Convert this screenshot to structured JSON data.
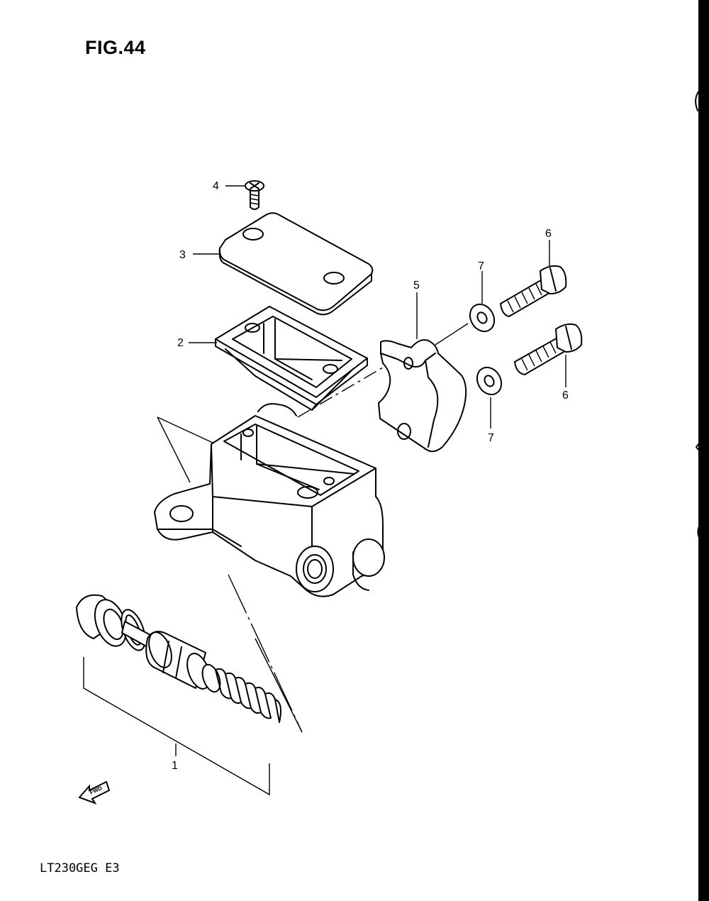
{
  "figure": {
    "title": "FIG.44",
    "model_code": "LT230GEG E3",
    "fwd_label": "FWD"
  },
  "callouts": {
    "c1": "1",
    "c2": "2",
    "c3": "3",
    "c4": "4",
    "c5": "5",
    "c6a": "6",
    "c6b": "6",
    "c7a": "7",
    "c7b": "7"
  }
}
